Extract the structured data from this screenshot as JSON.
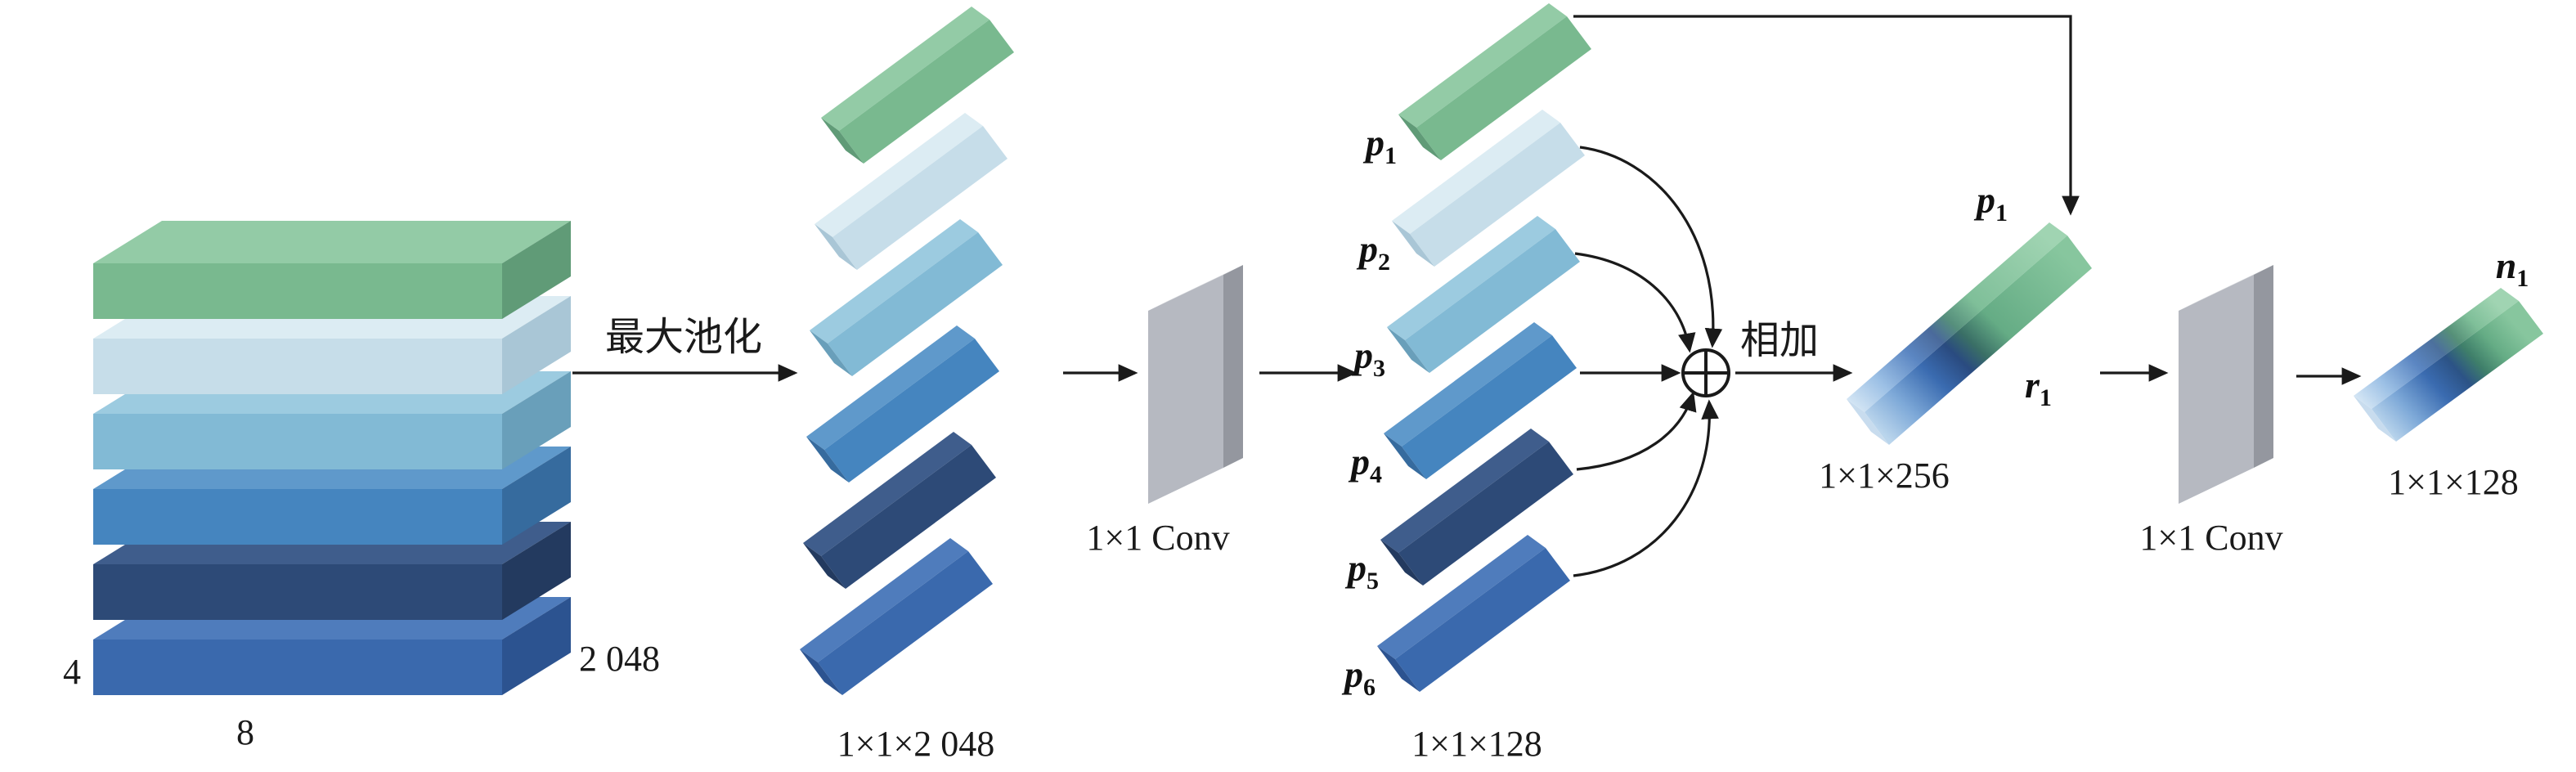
{
  "palette": {
    "green": "#79b98f",
    "pale_blue": "#c6dde9",
    "light_blue": "#82bad5",
    "medium_blue": "#4585bf",
    "navy": "#2d4a77",
    "blue": "#3a69ad",
    "gray": "#b6b9c1",
    "gradient_light_blue": "#bad5ec",
    "gradient_deep_blue": "#2a4b80",
    "gradient_green": "#87c69e",
    "line": "#1a1a1a",
    "background": "#ffffff"
  },
  "input_stack": {
    "left_label": "4",
    "right_label": "2 048",
    "bottom_label": "8"
  },
  "maxpool": {
    "label": "最大池化"
  },
  "pooled_stack": {
    "dim_label": "1×1×2 048"
  },
  "conv1": {
    "label": "1×1 Conv"
  },
  "p_stack": {
    "dim_label": "1×1×128",
    "labels": [
      {
        "var": "p",
        "sub": "1"
      },
      {
        "var": "p",
        "sub": "2"
      },
      {
        "var": "p",
        "sub": "3"
      },
      {
        "var": "p",
        "sub": "4"
      },
      {
        "var": "p",
        "sub": "5"
      },
      {
        "var": "p",
        "sub": "6"
      }
    ]
  },
  "sum": {
    "label": "相加",
    "icon": "circled-plus"
  },
  "merged_bar": {
    "p_label": {
      "var": "p",
      "sub": "1"
    },
    "r_label": {
      "var": "r",
      "sub": "1"
    },
    "dim_label": "1×1×256"
  },
  "conv2": {
    "label": "1×1 Conv"
  },
  "output_bar": {
    "n_label": {
      "var": "n",
      "sub": "1"
    },
    "dim_label": "1×1×128"
  }
}
